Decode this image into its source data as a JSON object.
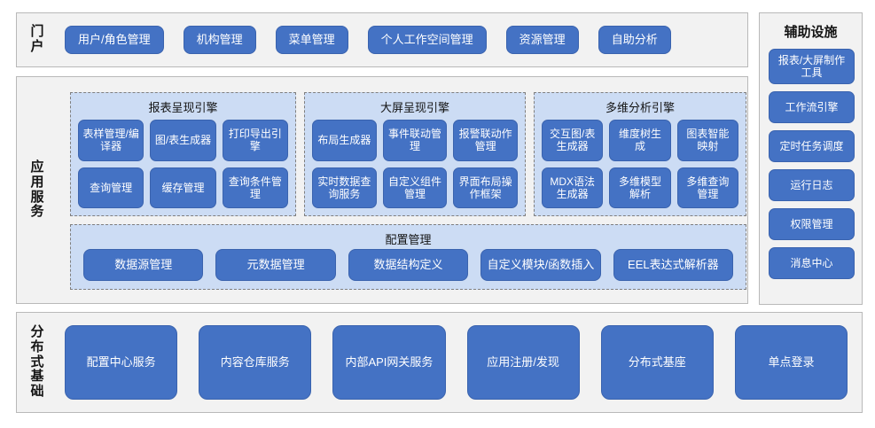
{
  "portal": {
    "label": "门户",
    "items": [
      "用户/角色管理",
      "机构管理",
      "菜单管理",
      "个人工作空间管理",
      "资源管理",
      "自助分析"
    ]
  },
  "aux": {
    "title": "辅助设施",
    "items": [
      "报表/大屏制作工具",
      "工作流引擎",
      "定时任务调度",
      "运行日志",
      "权限管理",
      "消息中心"
    ]
  },
  "app_services": {
    "label": "应用服务",
    "engines": [
      {
        "title": "报表呈现引擎",
        "items": [
          "表样管理/编译器",
          "图/表生成器",
          "打印导出引擎",
          "查询管理",
          "缓存管理",
          "查询条件管理"
        ]
      },
      {
        "title": "大屏呈现引擎",
        "items": [
          "布局生成器",
          "事件联动管理",
          "报警联动作管理",
          "实时数据查询服务",
          "自定义组件管理",
          "界面布局操作框架"
        ]
      },
      {
        "title": "多维分析引擎",
        "items": [
          "交互图/表生成器",
          "维度树生成",
          "图表智能映射",
          "MDX语法生成器",
          "多维模型解析",
          "多维查询管理"
        ]
      }
    ],
    "config": {
      "title": "配置管理",
      "items": [
        "数据源管理",
        "元数据管理",
        "数据结构定义",
        "自定义模块/函数插入",
        "EEL表达式解析器"
      ]
    }
  },
  "base": {
    "label": "分布式基础",
    "items": [
      "配置中心服务",
      "内容仓库服务",
      "内部API网关服务",
      "应用注册/发现",
      "分布式基座",
      "单点登录"
    ]
  },
  "colors": {
    "button": "#4472c4",
    "panel_bg": "#f2f2f2",
    "panel_border": "#b9b9b9",
    "group_bg": "#ccdcf4",
    "group_border": "#7f7f7f",
    "text_light": "#ffffff",
    "text_dark": "#141414"
  }
}
